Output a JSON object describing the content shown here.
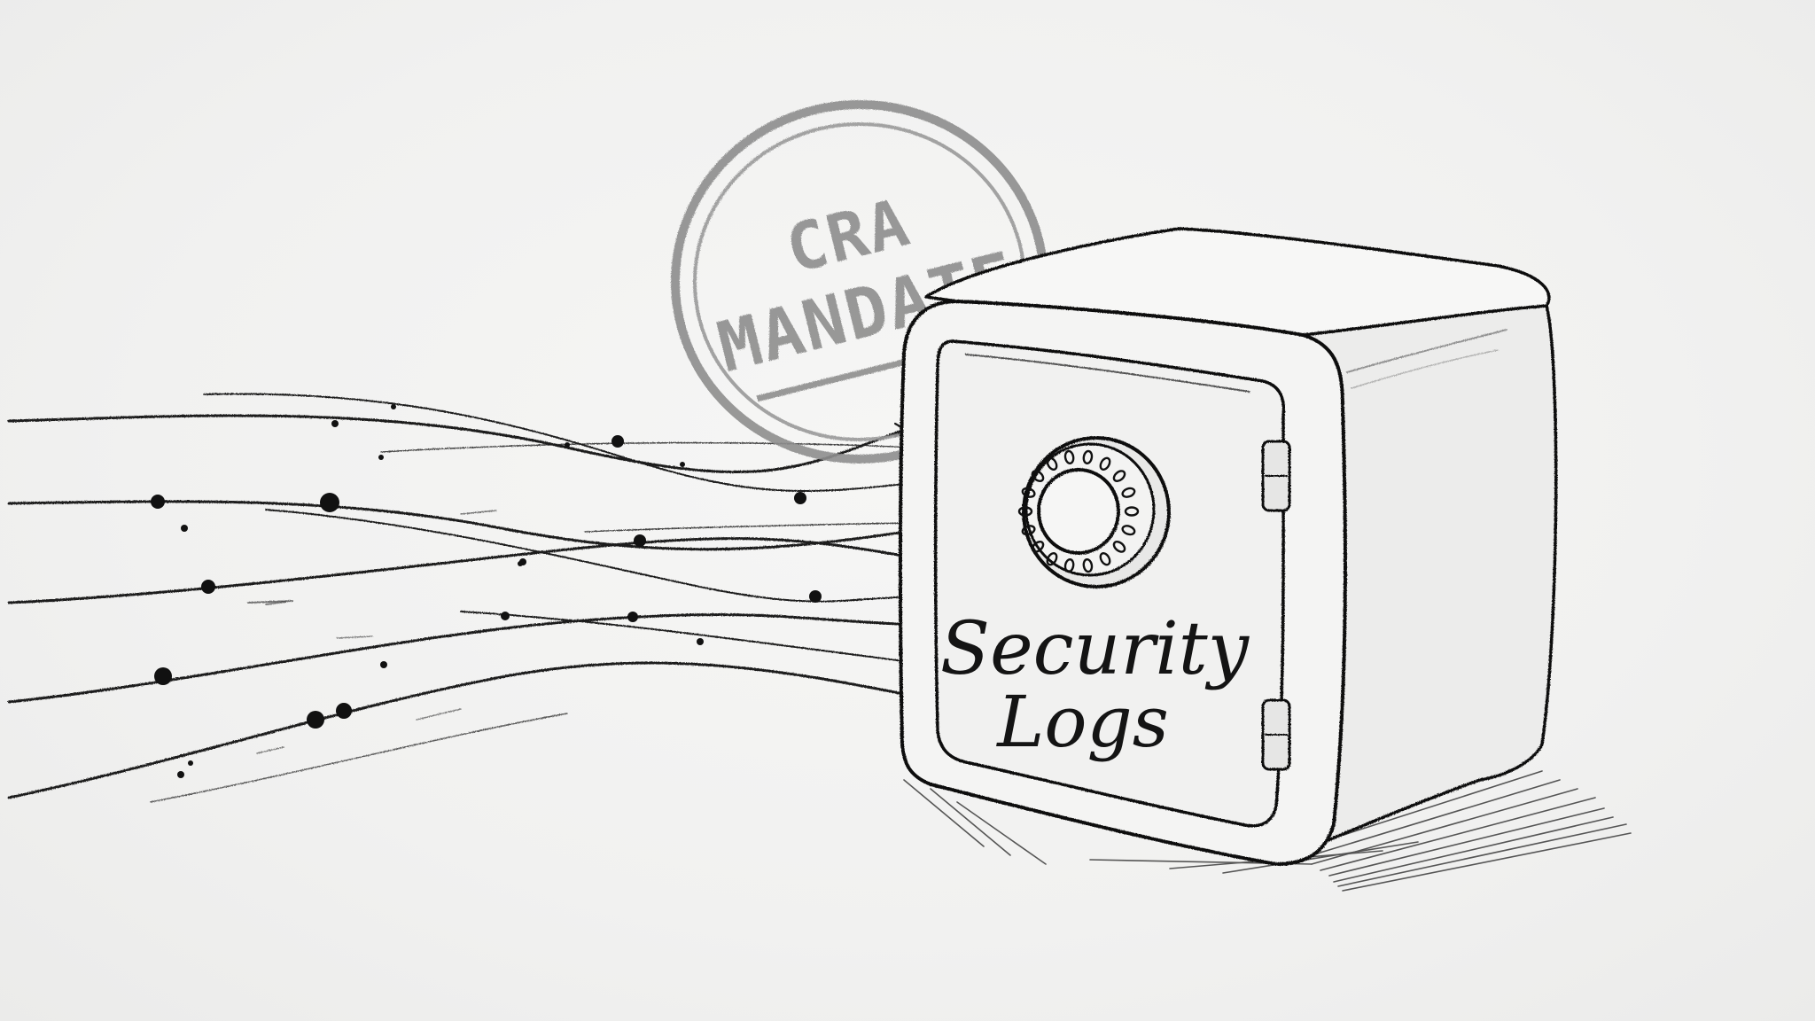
{
  "stamp": {
    "line1": "CRA",
    "line2": "MANDATE"
  },
  "safe": {
    "label_line1": "Security",
    "label_line2": "Logs"
  },
  "colors": {
    "paper": "#f2f2f1",
    "ink": "#141414",
    "stamp": "#8e8e8e"
  }
}
